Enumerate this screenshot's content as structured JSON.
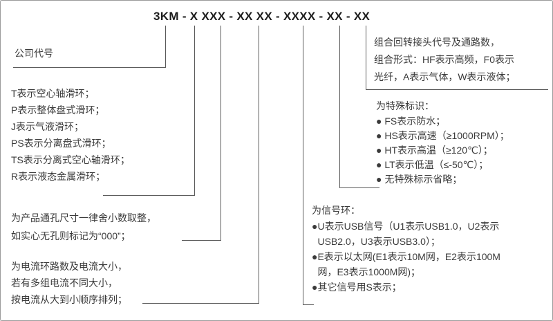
{
  "title": "3KM - X XXX - XX XX - XXXX - XX - XX",
  "colors": {
    "line": "#5a5a5a",
    "text": "#3a3a3a",
    "background": "#ffffff",
    "border": "#9a9a9a"
  },
  "blocks": {
    "company": {
      "label": "公司代号"
    },
    "type": {
      "lines": [
        "T表示空心轴滑环；",
        "P表示整体盘式滑环；",
        "J表示气液滑环；",
        "PS表示分离盘式滑环；",
        "TS表示分离式空心轴滑环；",
        "R表示液态金属滑环；"
      ]
    },
    "bore": {
      "lines": [
        "为产品通孔尺寸一律舍小数取整，",
        "如实心无孔则标记为“000”；"
      ]
    },
    "current": {
      "lines": [
        "为电流环路数及电流大小，",
        "若有多组电流不同大小，",
        "按电流从大到小顺序排列；"
      ]
    },
    "rotary": {
      "lines": [
        "组合回转接头代号及通路数，",
        "组合形式：HF表示高频，F0表示",
        "光纤，A表示气体，W表示液体；"
      ]
    },
    "special": {
      "heading": "为特殊标识：",
      "items": [
        "● FS表示防水；",
        "● HS表示高速（≥1000RPM）；",
        "● HT表示高温（≥120℃）；",
        "● LT表示低温（≤-50℃）；",
        "● 无特殊标示省略；"
      ]
    },
    "signal": {
      "heading": "为信号环：",
      "bullet_char": "●",
      "items": [
        "U表示USB信号（U1表示USB1.0，U2表示USB2.0，U3表示USB3.0）；",
        "E表示以太网(E1表示10M网，E2表示100M网，E3表示1000M网)；",
        "其它信号用S表示；"
      ]
    }
  }
}
